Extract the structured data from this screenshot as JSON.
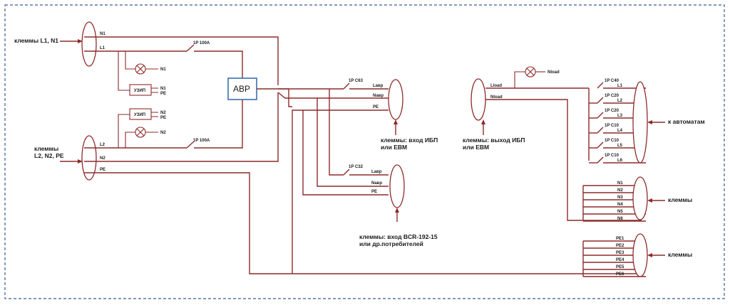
{
  "colors": {
    "wire": "#8e2a2a",
    "avr_border": "#3a6fb0",
    "frame": "#3a5a8c"
  },
  "inputs": {
    "top_terminals_label": "клеммы L1, N1",
    "bottom_terminals_label_1": "клеммы",
    "bottom_terminals_label_2": "L2, N2, PE",
    "n1": "N1",
    "l1": "L1",
    "l2": "L2",
    "n2": "N2",
    "pe": "PE"
  },
  "avr": {
    "label": "АВР",
    "breaker_top": "1P 100A",
    "breaker_bottom": "1P 100A"
  },
  "uzip_top": {
    "label": "УЗИП",
    "out1": "N1",
    "out2": "PE",
    "lamp": "N1"
  },
  "uzip_bottom": {
    "label": "УЗИП",
    "out1": "N2",
    "out2": "PE",
    "lamp": "N2"
  },
  "ups_in": {
    "breaker": "1P C63",
    "lavr": "Lавр",
    "navr": "Nавр",
    "pe": "PE",
    "label_1": "клеммы: вход ИБП",
    "label_2": "или ЕВМ"
  },
  "bcr_in": {
    "breaker": "1P C32",
    "lavr": "Lавр",
    "navr": "Nавр",
    "pe": "PE",
    "label_1": "клеммы: вход BCR-192-15",
    "label_2": "или др.потребителей"
  },
  "ups_out": {
    "lload": "Lload",
    "nload": "Nload",
    "lamp": "Nload",
    "label_1": "клеммы: выход ИБП",
    "label_2": "или ЕВМ"
  },
  "breakers_out": {
    "label": "к автоматам",
    "items": [
      {
        "rating": "1P C40",
        "line": "L1"
      },
      {
        "rating": "1P C20",
        "line": "L2"
      },
      {
        "rating": "1P C20",
        "line": "L3"
      },
      {
        "rating": "1P C10",
        "line": "L4"
      },
      {
        "rating": "1P C10",
        "line": "L5"
      },
      {
        "rating": "1P C10",
        "line": "L6"
      }
    ]
  },
  "n_terminals": {
    "label": "клеммы",
    "lines": [
      "N1",
      "N2",
      "N3",
      "N4",
      "N5",
      "N6"
    ]
  },
  "pe_terminals": {
    "label": "клеммы",
    "lines": [
      "PE1",
      "PE2",
      "PE3",
      "PE4",
      "PE5",
      "PE6"
    ]
  }
}
